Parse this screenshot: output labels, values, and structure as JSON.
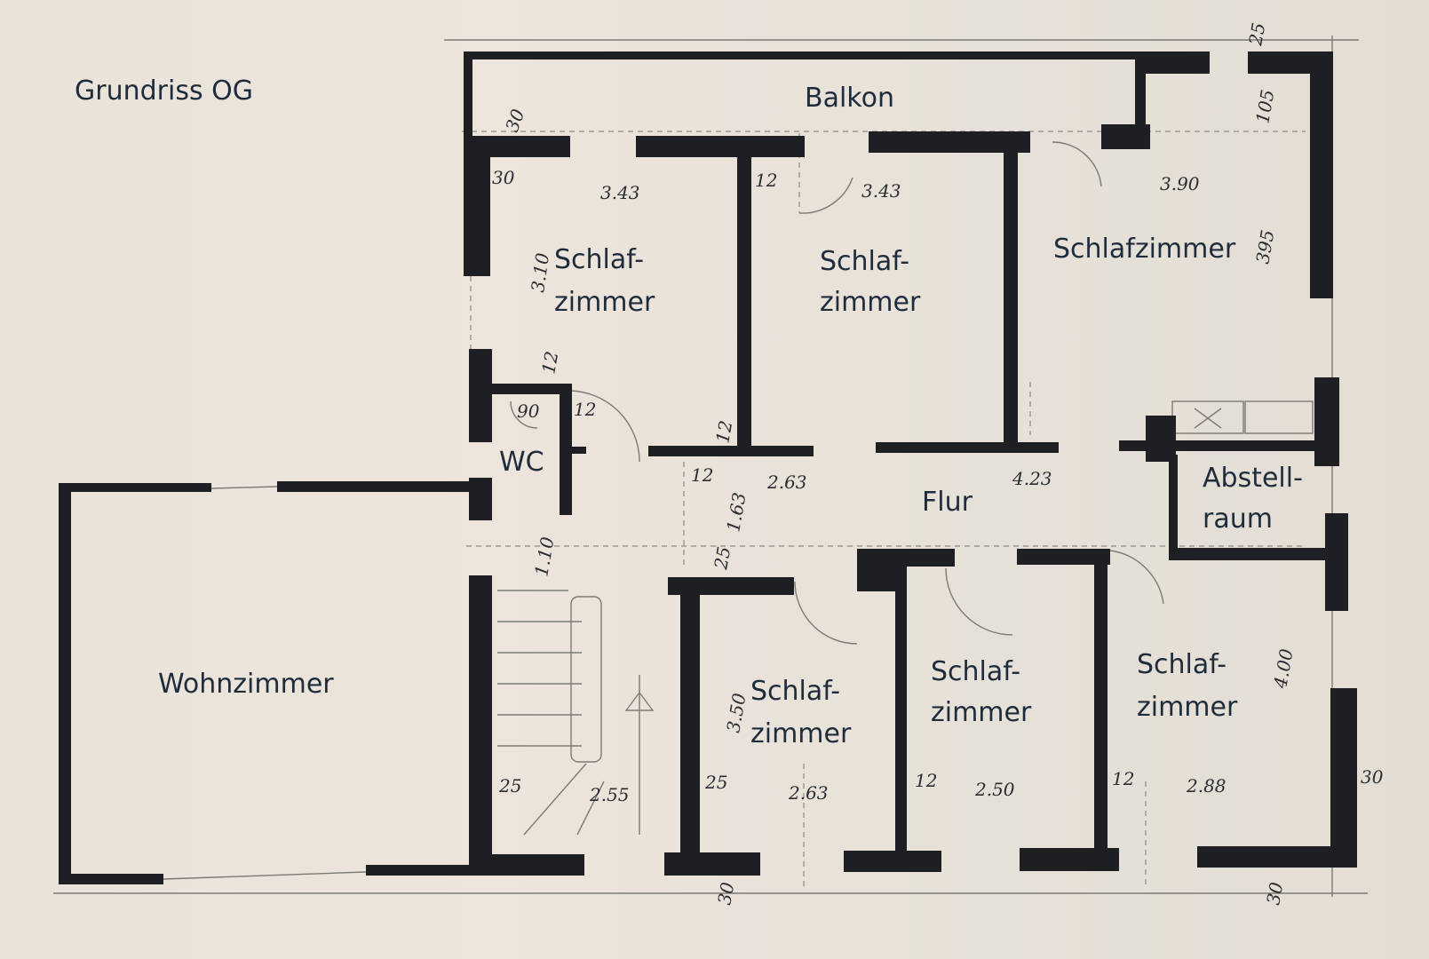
{
  "plan": {
    "title": "Grundriss OG",
    "rooms": {
      "balkon": "Balkon",
      "schlaf1_a": "Schlaf-",
      "schlaf1_b": "zimmer",
      "schlaf2_a": "Schlaf-",
      "schlaf2_b": "zimmer",
      "schlaf3": "Schlafzimmer",
      "wc": "WC",
      "flur": "Flur",
      "abstell_a": "Abstell-",
      "abstell_b": "raum",
      "wohn": "Wohnzimmer",
      "schlaf4_a": "Schlaf-",
      "schlaf4_b": "zimmer",
      "schlaf5_a": "Schlaf-",
      "schlaf5_b": "zimmer",
      "schlaf6_a": "Schlaf-",
      "schlaf6_b": "zimmer"
    },
    "dimensions": {
      "d_30_balkon": "30",
      "d_30_left": "30",
      "d_343_a": "3.43",
      "d_12_a": "12",
      "d_343_b": "3.43",
      "d_390": "3.90",
      "d_395": "395",
      "d_105": "105",
      "d_25_top": "25",
      "d_310": "3.10",
      "d_12_wc": "12",
      "d_90": "90",
      "d_12_b": "12",
      "d_12_c": "12",
      "d_12_d": "12",
      "d_263_flur": "2.63",
      "d_423": "4.23",
      "d_163": "1.63",
      "d_25_flur": "25",
      "d_110": "1.10",
      "d_350": "3.50",
      "d_400": "4.00",
      "d_25_stair": "25",
      "d_255": "2.55",
      "d_25_b": "25",
      "d_263_b": "2.63",
      "d_12_e": "12",
      "d_250": "2.50",
      "d_12_f": "12",
      "d_288": "2.88",
      "d_30_right": "30",
      "d_30_bottom_a": "30",
      "d_30_bottom_b": "30"
    }
  }
}
